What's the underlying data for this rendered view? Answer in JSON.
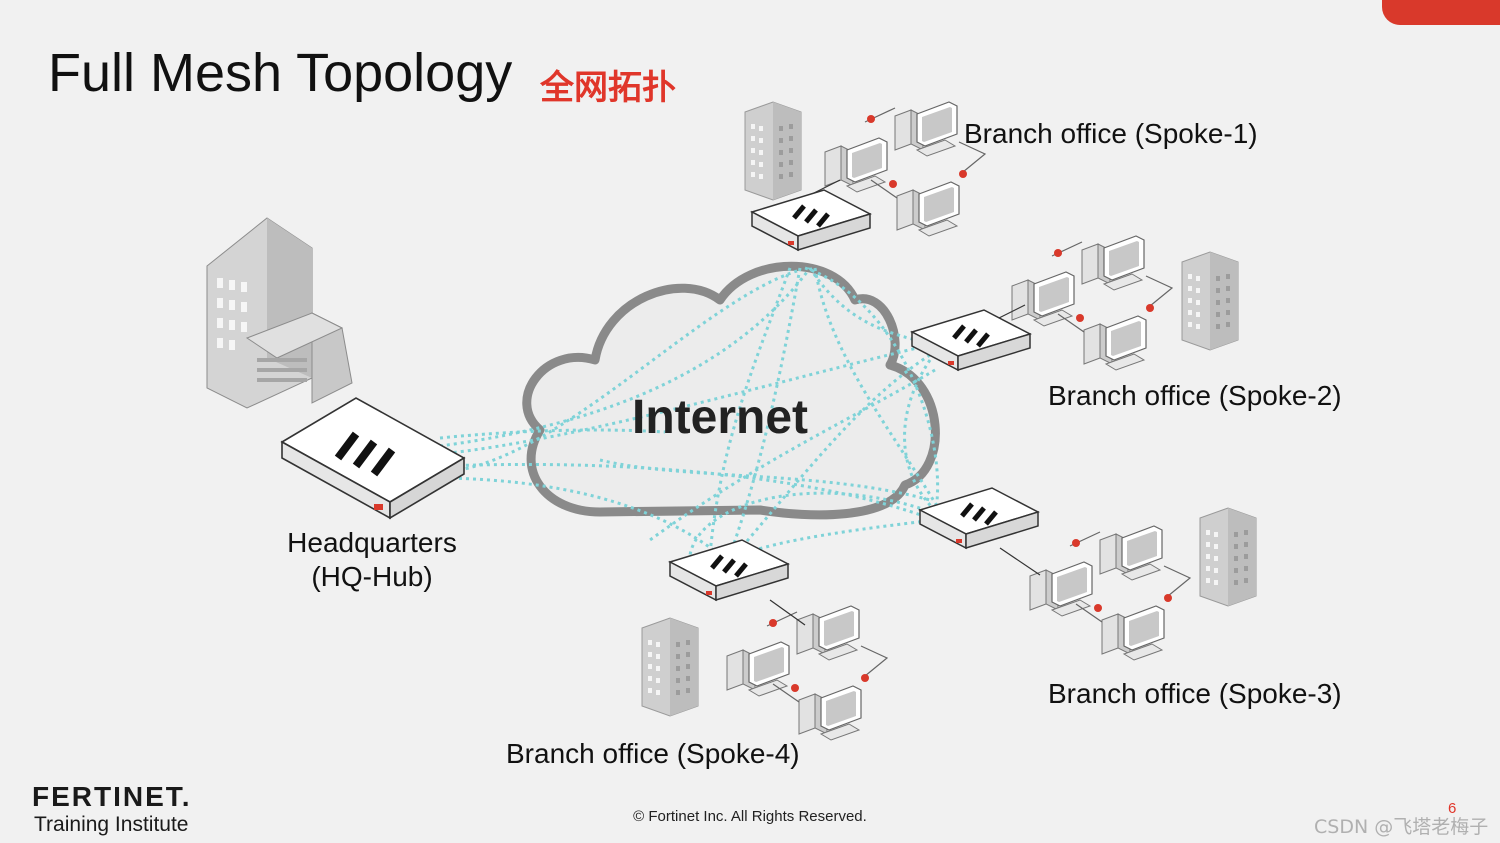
{
  "slide": {
    "title": "Full Mesh Topology",
    "title_cn": "全网拓扑",
    "accent_color": "#e0362a",
    "link_color": "#7fd3d8"
  },
  "diagram": {
    "cloud_label": "Internet",
    "hq_label_line1": "Headquarters",
    "hq_label_line2": "(HQ-Hub)",
    "spokes": [
      {
        "label": "Branch office (Spoke-1)"
      },
      {
        "label": "Branch office (Spoke-2)"
      },
      {
        "label": "Branch office (Spoke-3)"
      },
      {
        "label": "Branch office (Spoke-4)"
      }
    ]
  },
  "footer": {
    "copyright": "© Fortinet Inc. All Rights Reserved.",
    "page_number": "6",
    "watermark": "CSDN @飞塔老梅子"
  },
  "logo": {
    "brand": "FERTINET.",
    "subtitle": "Training Institute"
  }
}
